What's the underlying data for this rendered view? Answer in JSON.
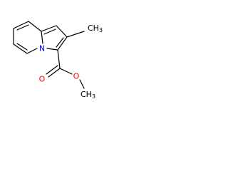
{
  "molecule": {
    "atoms": {
      "nitrogen": {
        "symbol": "N",
        "color": "#0000ff"
      },
      "carbonyl_oxygen": {
        "symbol": "O",
        "color": "#ff0000"
      },
      "ester_oxygen": {
        "symbol": "O",
        "color": "#ff0000"
      },
      "ring_methyl": {
        "symbol": "CH",
        "subscript": "3",
        "color": "#000000"
      },
      "ester_methyl": {
        "symbol": "CH",
        "subscript": "3",
        "color": "#000000"
      }
    },
    "bond_color": "#000000"
  }
}
